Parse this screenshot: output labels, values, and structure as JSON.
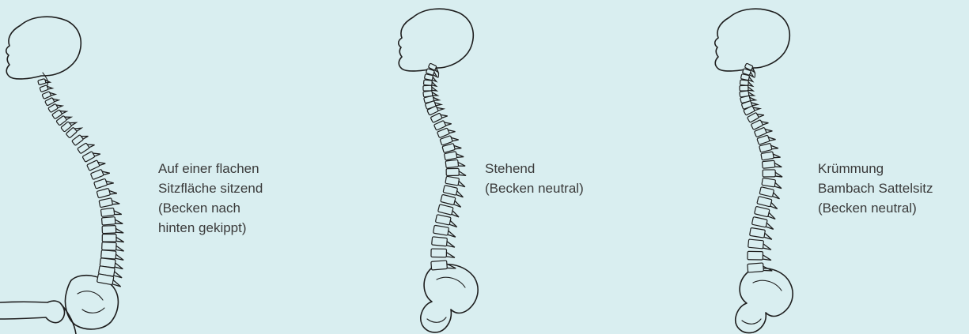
{
  "figures": [
    {
      "caption": [
        "Auf einer flachen",
        "Sitzfläche sitzend",
        "(Becken nach",
        "hinten gekippt)"
      ]
    },
    {
      "caption": [
        "Stehend",
        "(Becken neutral)"
      ]
    },
    {
      "caption": [
        "Krümmung",
        "Bambach Sattelsitz",
        "(Becken neutral)"
      ]
    }
  ],
  "colors": {
    "background": "#d9eef0",
    "line": "#1e1e1e",
    "text": "#3a3a3a"
  },
  "icons": [
    "spine-sitting-flat",
    "spine-standing",
    "spine-saddle-seat"
  ]
}
